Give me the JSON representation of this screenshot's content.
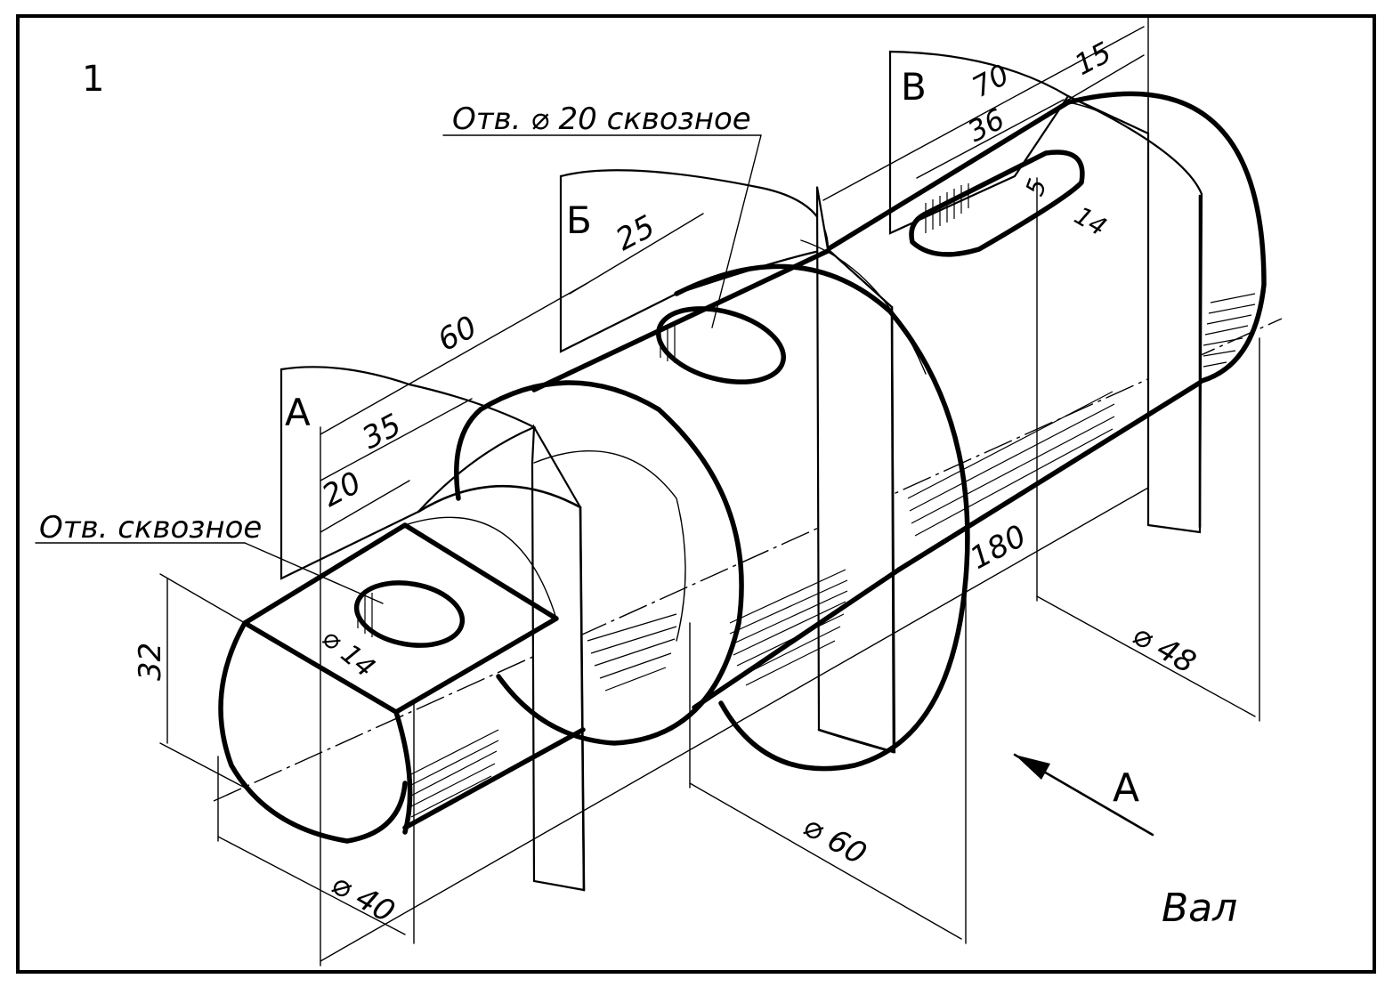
{
  "figure_number": "1",
  "title": "Вал",
  "planes": {
    "a": "А",
    "b": "Б",
    "v": "В"
  },
  "view_arrow": "А",
  "notes": {
    "hole_20": "Отв. ⌀ 20 сквозное",
    "hole_through": "Отв. сквозное"
  },
  "dimensions": {
    "d70": "70",
    "d15": "15",
    "d36": "36",
    "d5": "5",
    "d14_keyway": "14",
    "d25": "25",
    "d60_len": "60",
    "d35": "35",
    "d20": "20",
    "d32": "32",
    "d14_hole": "⌀ 14",
    "d180": "180",
    "d48": "⌀ 48",
    "d60_dia": "⌀ 60",
    "d40": "⌀ 40"
  }
}
